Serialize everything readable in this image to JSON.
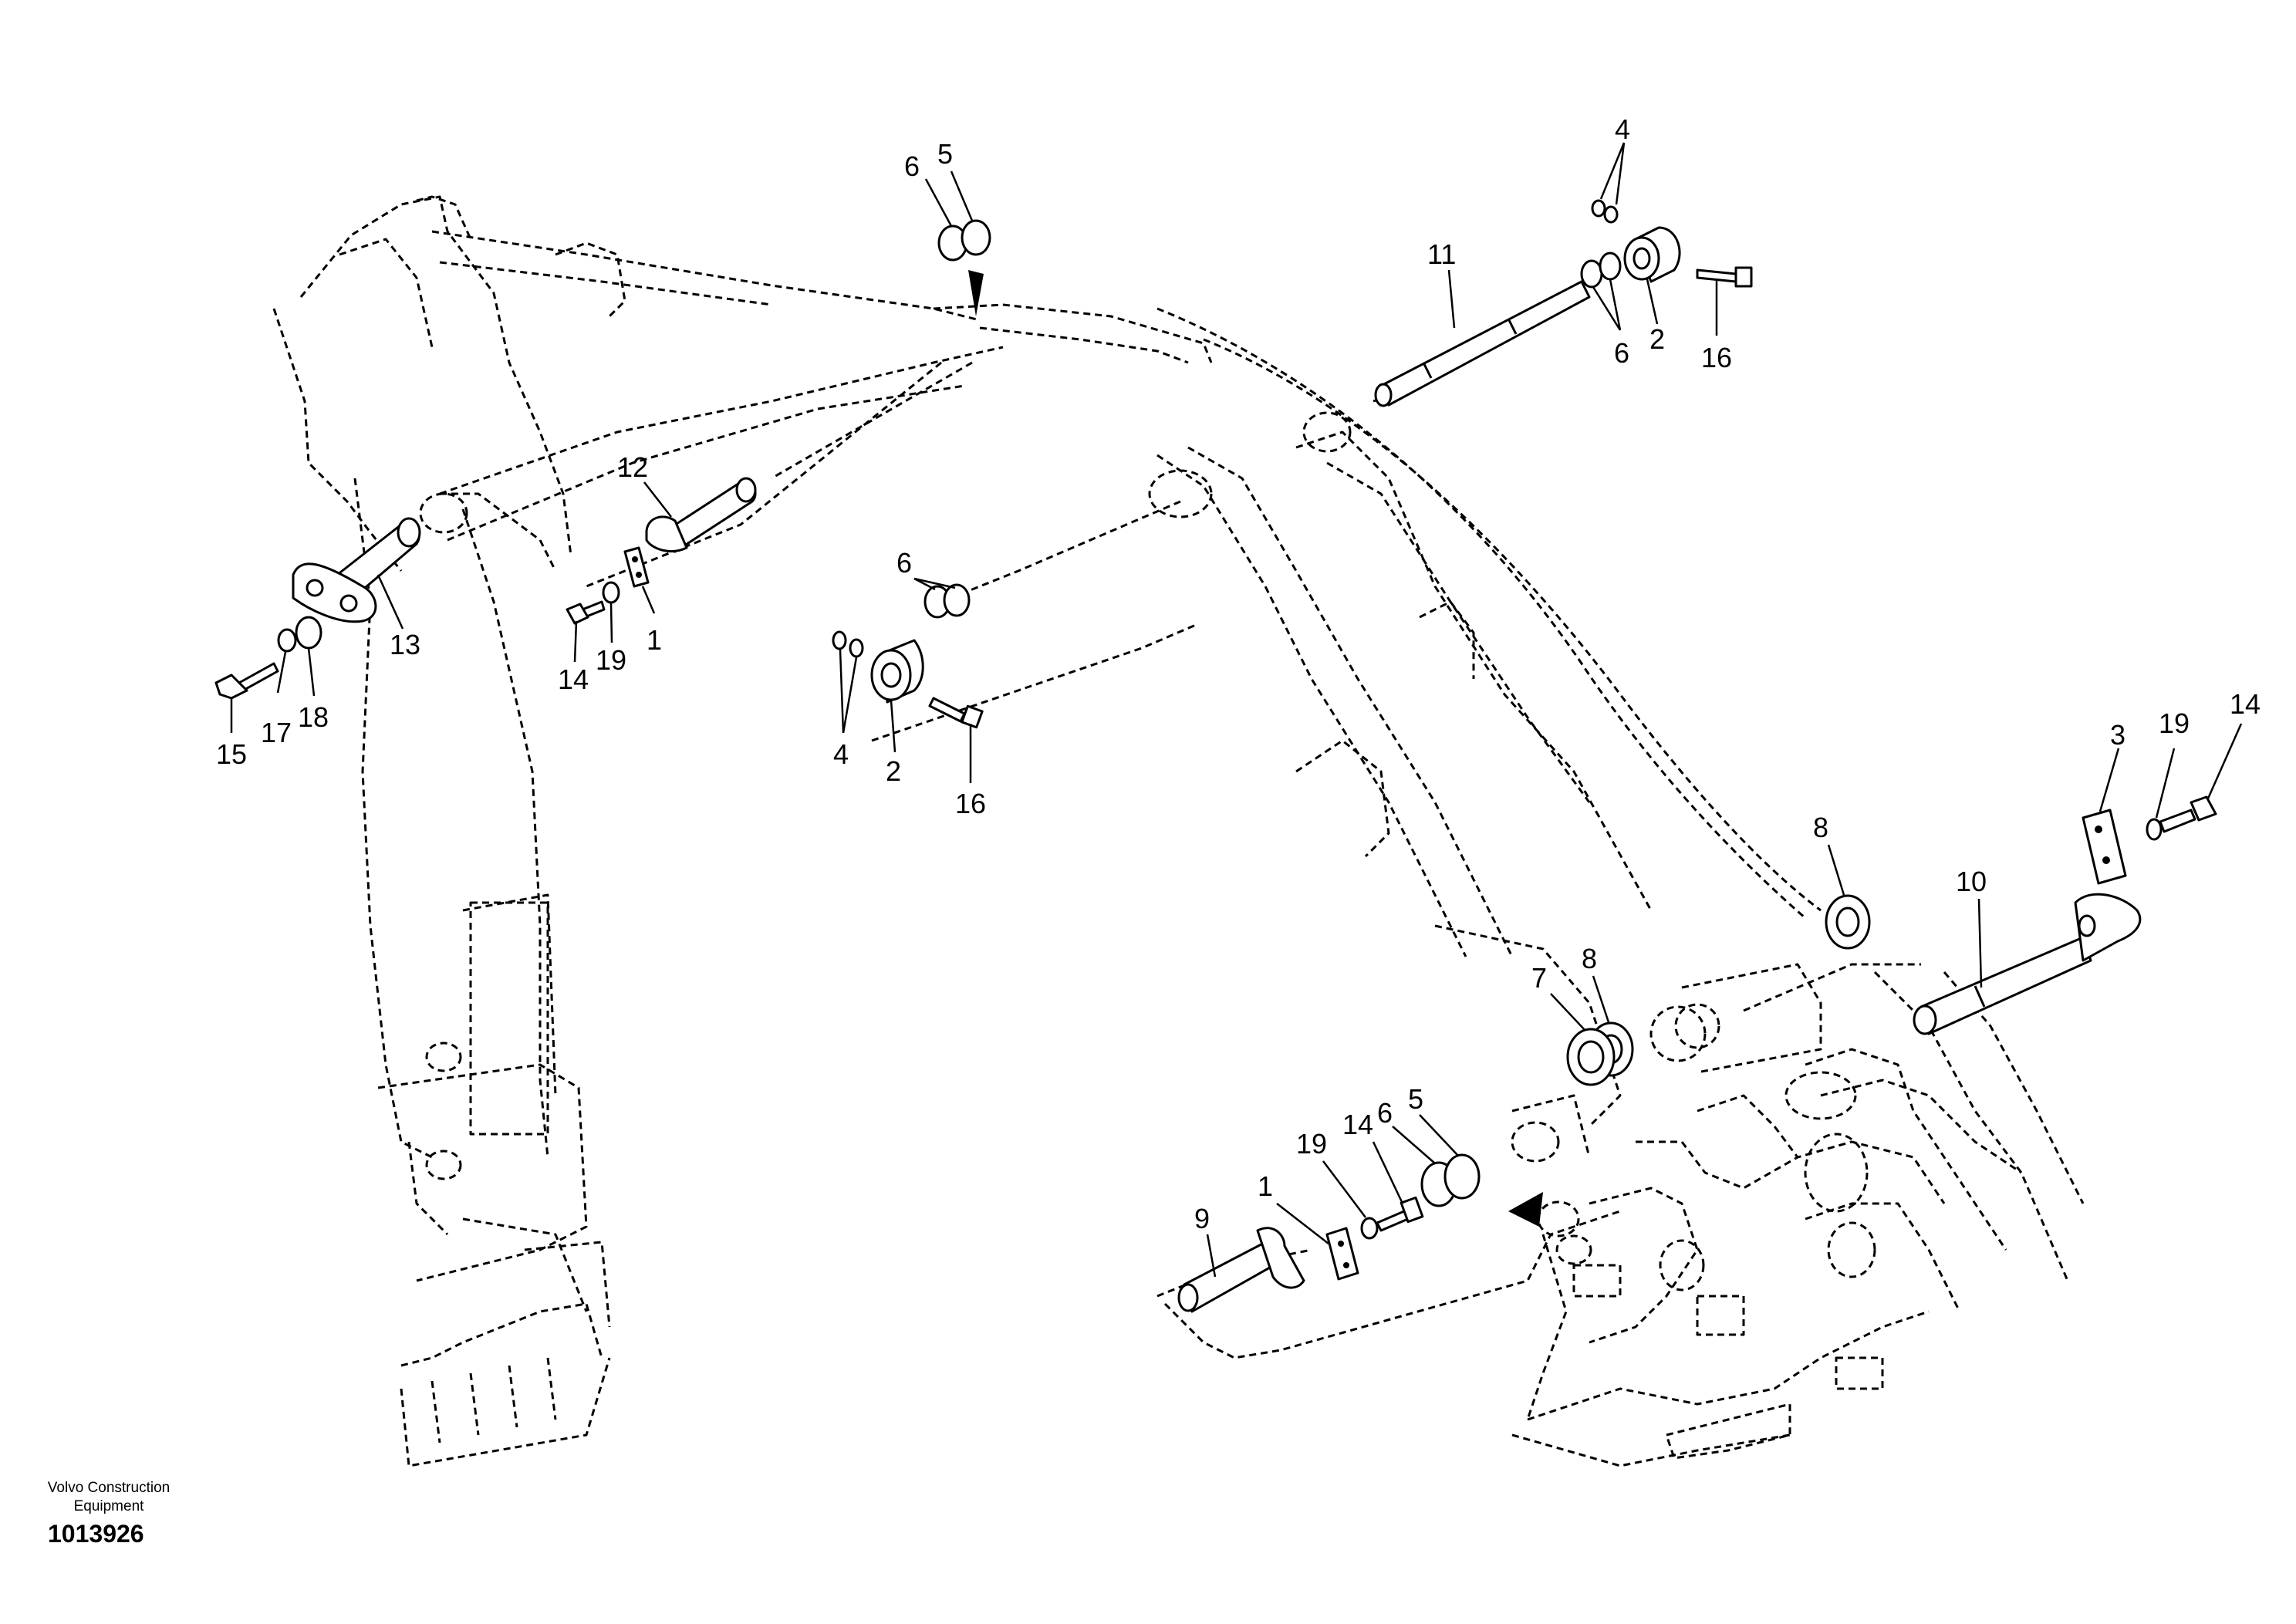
{
  "diagram": {
    "callouts": [
      {
        "id": "c6a",
        "label": "6"
      },
      {
        "id": "c5a",
        "label": "5"
      },
      {
        "id": "c4a",
        "label": "4"
      },
      {
        "id": "c11",
        "label": "11"
      },
      {
        "id": "c6b",
        "label": "6"
      },
      {
        "id": "c2a",
        "label": "2"
      },
      {
        "id": "c16a",
        "label": "16"
      },
      {
        "id": "c12",
        "label": "12"
      },
      {
        "id": "c13",
        "label": "13"
      },
      {
        "id": "c14a",
        "label": "14"
      },
      {
        "id": "c19a",
        "label": "19"
      },
      {
        "id": "c1a",
        "label": "1"
      },
      {
        "id": "c15",
        "label": "15"
      },
      {
        "id": "c17",
        "label": "17"
      },
      {
        "id": "c18",
        "label": "18"
      },
      {
        "id": "c6c",
        "label": "6"
      },
      {
        "id": "c4b",
        "label": "4"
      },
      {
        "id": "c2b",
        "label": "2"
      },
      {
        "id": "c16b",
        "label": "16"
      },
      {
        "id": "c3",
        "label": "3"
      },
      {
        "id": "c19b",
        "label": "19"
      },
      {
        "id": "c14b",
        "label": "14"
      },
      {
        "id": "c8a",
        "label": "8"
      },
      {
        "id": "c10",
        "label": "10"
      },
      {
        "id": "c8b",
        "label": "8"
      },
      {
        "id": "c7",
        "label": "7"
      },
      {
        "id": "c9",
        "label": "9"
      },
      {
        "id": "c1b",
        "label": "1"
      },
      {
        "id": "c19c",
        "label": "19"
      },
      {
        "id": "c14c",
        "label": "14"
      },
      {
        "id": "c6d",
        "label": "6"
      },
      {
        "id": "c5b",
        "label": "5"
      }
    ]
  },
  "footer": {
    "manufacturer_line1": "Volvo Construction",
    "manufacturer_line2": "Equipment",
    "drawing_number": "1013926"
  }
}
